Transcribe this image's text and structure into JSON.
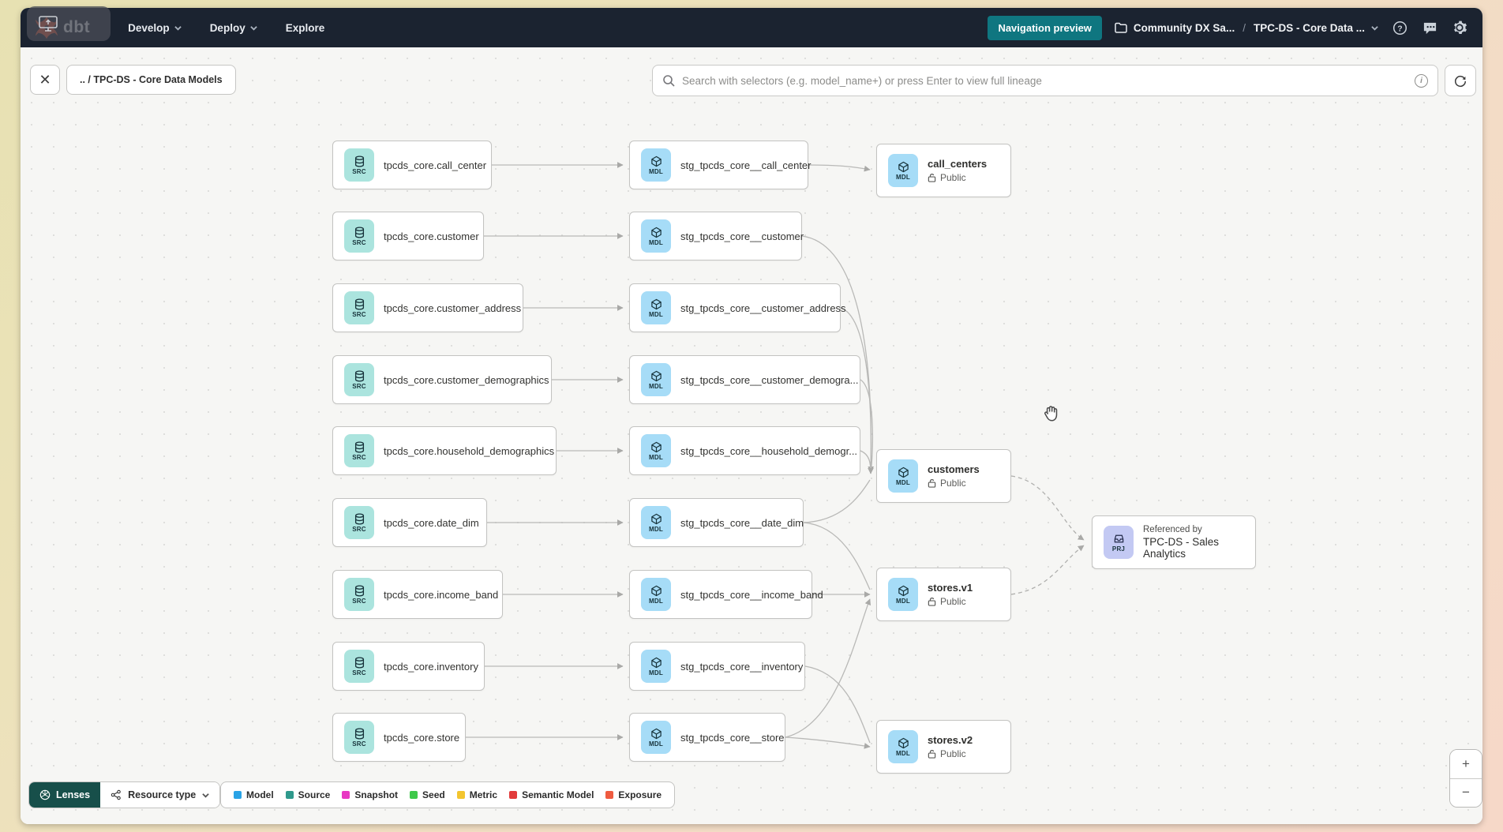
{
  "nav": {
    "logo_text": "dbt",
    "menu": [
      {
        "label": "Develop"
      },
      {
        "label": "Deploy"
      },
      {
        "label": "Explore"
      }
    ],
    "preview_button": "Navigation preview",
    "account": "Community DX Sa...",
    "separator": "/",
    "project": "TPC-DS - Core Data ..."
  },
  "toolbar": {
    "close_label": "✕",
    "breadcrumb": ".. / TPC-DS - Core Data Models",
    "search_placeholder": "Search with selectors (e.g. model_name+) or press Enter to view full lineage",
    "info_glyph": "i"
  },
  "graph": {
    "src_badge": "SRC",
    "mdl_badge": "MDL",
    "prj_badge": "PRJ",
    "sources": [
      {
        "label": "tpcds_core.call_center"
      },
      {
        "label": "tpcds_core.customer"
      },
      {
        "label": "tpcds_core.customer_address"
      },
      {
        "label": "tpcds_core.customer_demographics"
      },
      {
        "label": "tpcds_core.household_demographics"
      },
      {
        "label": "tpcds_core.date_dim"
      },
      {
        "label": "tpcds_core.income_band"
      },
      {
        "label": "tpcds_core.inventory"
      },
      {
        "label": "tpcds_core.store"
      }
    ],
    "staging": [
      {
        "label": "stg_tpcds_core__call_center"
      },
      {
        "label": "stg_tpcds_core__customer"
      },
      {
        "label": "stg_tpcds_core__customer_address"
      },
      {
        "label": "stg_tpcds_core__customer_demogra..."
      },
      {
        "label": "stg_tpcds_core__household_demogr..."
      },
      {
        "label": "stg_tpcds_core__date_dim"
      },
      {
        "label": "stg_tpcds_core__income_band"
      },
      {
        "label": "stg_tpcds_core__inventory"
      },
      {
        "label": "stg_tpcds_core__store"
      }
    ],
    "publics": [
      {
        "label": "call_centers",
        "access": "Public"
      },
      {
        "label": "customers",
        "access": "Public"
      },
      {
        "label": "stores.v1",
        "access": "Public"
      },
      {
        "label": "stores.v2",
        "access": "Public"
      }
    ],
    "project_node": {
      "title": "Referenced by",
      "label": "TPC-DS - Sales Analytics"
    }
  },
  "legend": {
    "lenses_label": "Lenses",
    "resource_type_label": "Resource type",
    "items": [
      {
        "label": "Model",
        "color": "#29a3e6"
      },
      {
        "label": "Source",
        "color": "#2f998c"
      },
      {
        "label": "Snapshot",
        "color": "#e838c2"
      },
      {
        "label": "Seed",
        "color": "#3ec94b"
      },
      {
        "label": "Metric",
        "color": "#f3c52f"
      },
      {
        "label": "Semantic Model",
        "color": "#e23b3b"
      },
      {
        "label": "Exposure",
        "color": "#ef5b40"
      }
    ]
  },
  "zoom": {
    "in_label": "+",
    "out_label": "−"
  },
  "colors": {
    "accent_teal": "#0f7680",
    "nav_bg": "#1b2330",
    "src_icon": "#abe4de",
    "mdl_icon": "#a6dcf7",
    "prj_icon": "#c3c9f3"
  }
}
